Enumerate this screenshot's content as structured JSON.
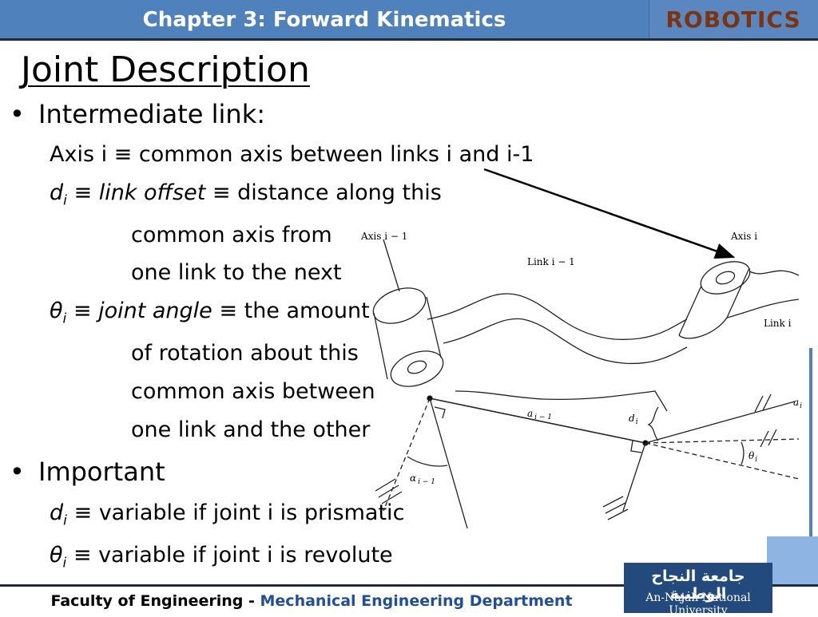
{
  "header": {
    "title": "Chapter 3: Forward Kinematics",
    "brand": "ROBOTICS"
  },
  "slide": {
    "title": "Joint Description",
    "bullet1": "Intermediate link:",
    "axis_line": "Axis i ≡ common axis between links i and i-1",
    "d_sym": "d",
    "d_sub": "i",
    "eq": "≡",
    "link_offset": "link offset",
    "d_def": "distance along this",
    "d_cont1": "common axis from",
    "d_cont2": "one link to the next",
    "theta_sym": "θ",
    "theta_sub": "i",
    "joint_angle": "joint angle",
    "theta_def": "the amount",
    "theta_cont1": "of rotation about this",
    "theta_cont2": "common axis between",
    "theta_cont3": "one link and the other",
    "bullet2": "Important",
    "d_var": "variable if joint i is prismatic",
    "theta_var": "variable if joint i is revolute"
  },
  "diagram": {
    "axis_prev": "Axis i − 1",
    "axis_curr": "Axis i",
    "link_prev": "Link i − 1",
    "link_curr": "Link i",
    "a_prev_sym": "a",
    "a_prev_sub": "i − 1",
    "a_curr_sym": "a",
    "a_curr_sub": "i",
    "d_sym": "d",
    "d_sub": "i",
    "theta_sym": "θ",
    "theta_sub": "i",
    "alpha_sym": "α",
    "alpha_sub": "i − 1"
  },
  "footer": {
    "faculty": "Faculty of Engineering -",
    "department": "Mechanical Engineering Department"
  },
  "university": {
    "arabic": "جامعة النجاح الوطنية",
    "english": "An-Najah National University"
  },
  "colors": {
    "header": "#4f81bd",
    "brand": "#7a3510",
    "department": "#1f4e9c",
    "logo_bg": "#234a7c"
  }
}
